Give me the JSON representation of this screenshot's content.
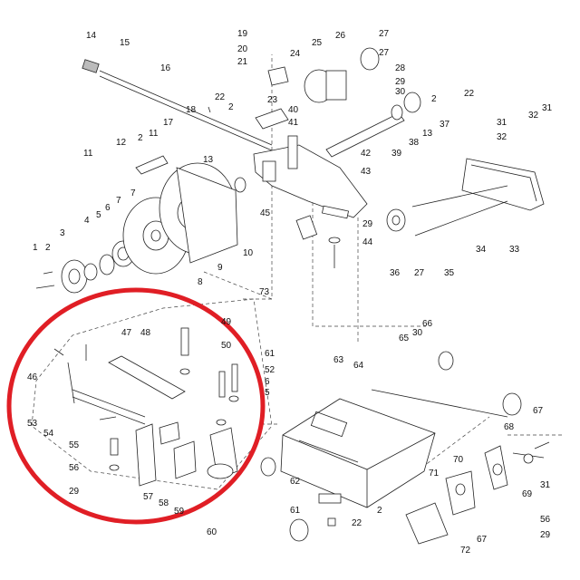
{
  "diagram": {
    "highlight_color": "#e01e25",
    "labels": [
      {
        "id": "1",
        "text": "1"
      },
      {
        "id": "2a",
        "text": "2"
      },
      {
        "id": "3",
        "text": "3"
      },
      {
        "id": "4",
        "text": "4"
      },
      {
        "id": "5",
        "text": "5"
      },
      {
        "id": "6",
        "text": "6"
      },
      {
        "id": "7a",
        "text": "7"
      },
      {
        "id": "7b",
        "text": "7"
      },
      {
        "id": "8",
        "text": "8"
      },
      {
        "id": "9",
        "text": "9"
      },
      {
        "id": "10",
        "text": "10"
      },
      {
        "id": "11a",
        "text": "11"
      },
      {
        "id": "11b",
        "text": "11"
      },
      {
        "id": "12",
        "text": "12"
      },
      {
        "id": "2b",
        "text": "2"
      },
      {
        "id": "13a",
        "text": "13"
      },
      {
        "id": "14",
        "text": "14"
      },
      {
        "id": "15",
        "text": "15"
      },
      {
        "id": "16",
        "text": "16"
      },
      {
        "id": "17",
        "text": "17"
      },
      {
        "id": "18",
        "text": "18"
      },
      {
        "id": "19",
        "text": "19"
      },
      {
        "id": "20",
        "text": "20"
      },
      {
        "id": "21",
        "text": "21"
      },
      {
        "id": "22a",
        "text": "22"
      },
      {
        "id": "2c",
        "text": "2"
      },
      {
        "id": "23",
        "text": "23"
      },
      {
        "id": "24",
        "text": "24"
      },
      {
        "id": "25",
        "text": "25"
      },
      {
        "id": "26",
        "text": "26"
      },
      {
        "id": "27a",
        "text": "27"
      },
      {
        "id": "27b",
        "text": "27"
      },
      {
        "id": "28",
        "text": "28"
      },
      {
        "id": "29a",
        "text": "29"
      },
      {
        "id": "30a",
        "text": "30"
      },
      {
        "id": "2d",
        "text": "2"
      },
      {
        "id": "22b",
        "text": "22"
      },
      {
        "id": "37",
        "text": "37"
      },
      {
        "id": "13b",
        "text": "13"
      },
      {
        "id": "38",
        "text": "38"
      },
      {
        "id": "39",
        "text": "39"
      },
      {
        "id": "40",
        "text": "40"
      },
      {
        "id": "41",
        "text": "41"
      },
      {
        "id": "42",
        "text": "42"
      },
      {
        "id": "43",
        "text": "43"
      },
      {
        "id": "31a",
        "text": "31"
      },
      {
        "id": "32a",
        "text": "32"
      },
      {
        "id": "32b",
        "text": "32"
      },
      {
        "id": "31b",
        "text": "31"
      },
      {
        "id": "45",
        "text": "45"
      },
      {
        "id": "29b",
        "text": "29"
      },
      {
        "id": "44",
        "text": "44"
      },
      {
        "id": "36",
        "text": "36"
      },
      {
        "id": "27c",
        "text": "27"
      },
      {
        "id": "35",
        "text": "35"
      },
      {
        "id": "34",
        "text": "34"
      },
      {
        "id": "33",
        "text": "33"
      },
      {
        "id": "73",
        "text": "73"
      },
      {
        "id": "47",
        "text": "47"
      },
      {
        "id": "48",
        "text": "48"
      },
      {
        "id": "49",
        "text": "49"
      },
      {
        "id": "50",
        "text": "50"
      },
      {
        "id": "46",
        "text": "46"
      },
      {
        "id": "61a",
        "text": "61"
      },
      {
        "id": "52",
        "text": "52"
      },
      {
        "id": "6b",
        "text": "6"
      },
      {
        "id": "5b",
        "text": "5"
      },
      {
        "id": "53",
        "text": "53"
      },
      {
        "id": "54",
        "text": "54"
      },
      {
        "id": "55",
        "text": "55"
      },
      {
        "id": "56a",
        "text": "56"
      },
      {
        "id": "29c",
        "text": "29"
      },
      {
        "id": "57",
        "text": "57"
      },
      {
        "id": "58",
        "text": "58"
      },
      {
        "id": "59",
        "text": "59"
      },
      {
        "id": "60",
        "text": "60"
      },
      {
        "id": "66",
        "text": "66"
      },
      {
        "id": "65",
        "text": "65"
      },
      {
        "id": "30b",
        "text": "30"
      },
      {
        "id": "63",
        "text": "63"
      },
      {
        "id": "64",
        "text": "64"
      },
      {
        "id": "67a",
        "text": "67"
      },
      {
        "id": "68",
        "text": "68"
      },
      {
        "id": "70",
        "text": "70"
      },
      {
        "id": "71",
        "text": "71"
      },
      {
        "id": "69",
        "text": "69"
      },
      {
        "id": "31c",
        "text": "31"
      },
      {
        "id": "62",
        "text": "62"
      },
      {
        "id": "61b",
        "text": "61"
      },
      {
        "id": "22c",
        "text": "22"
      },
      {
        "id": "2e",
        "text": "2"
      },
      {
        "id": "67b",
        "text": "67"
      },
      {
        "id": "72",
        "text": "72"
      },
      {
        "id": "56b",
        "text": "56"
      },
      {
        "id": "29d",
        "text": "29"
      }
    ]
  }
}
